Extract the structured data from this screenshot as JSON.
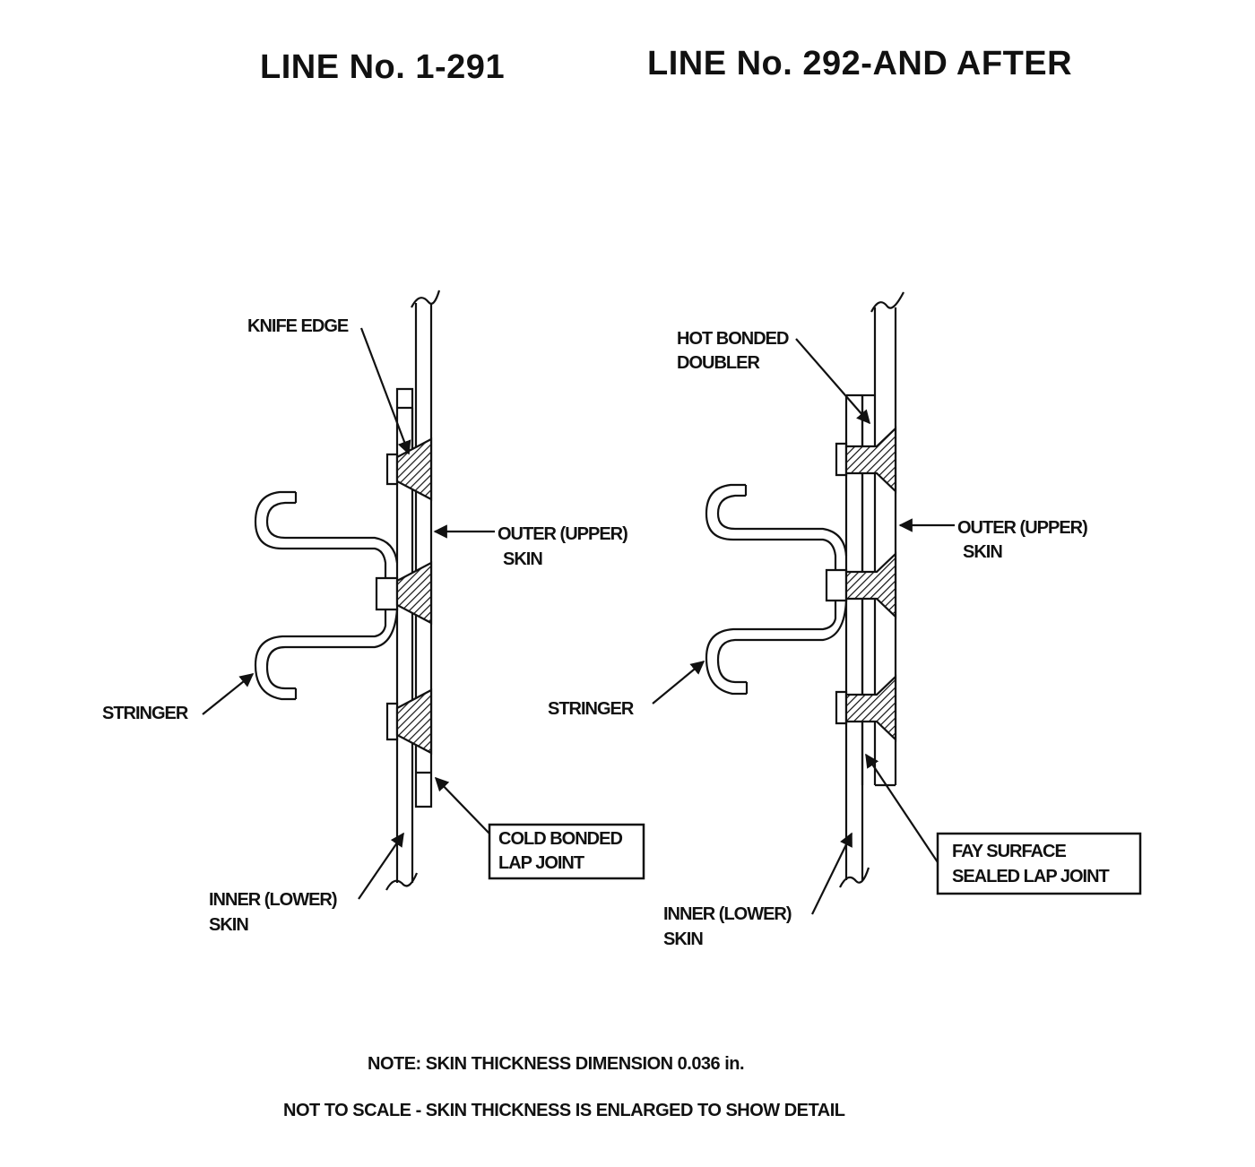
{
  "headers": {
    "left": "LINE No. 1-291",
    "right": "LINE No. 292-AND AFTER"
  },
  "left_view": {
    "knife_edge": "KNIFE EDGE",
    "outer_skin_line1": "OUTER (UPPER)",
    "outer_skin_line2": "SKIN",
    "stringer": "STRINGER",
    "inner_skin_line1": "INNER (LOWER)",
    "inner_skin_line2": "SKIN",
    "joint_line1": "COLD BONDED",
    "joint_line2": "LAP JOINT"
  },
  "right_view": {
    "doubler_line1": "HOT BONDED",
    "doubler_line2": "DOUBLER",
    "outer_skin_line1": "OUTER (UPPER)",
    "outer_skin_line2": "SKIN",
    "stringer": "STRINGER",
    "inner_skin_line1": "INNER (LOWER)",
    "inner_skin_line2": "SKIN",
    "joint_line1": "FAY SURFACE",
    "joint_line2": "SEALED LAP JOINT"
  },
  "notes": {
    "line1": "NOTE:  SKIN THICKNESS DIMENSION 0.036 in.",
    "line2": "NOT TO SCALE - SKIN THICKNESS IS ENLARGED TO SHOW DETAIL"
  }
}
